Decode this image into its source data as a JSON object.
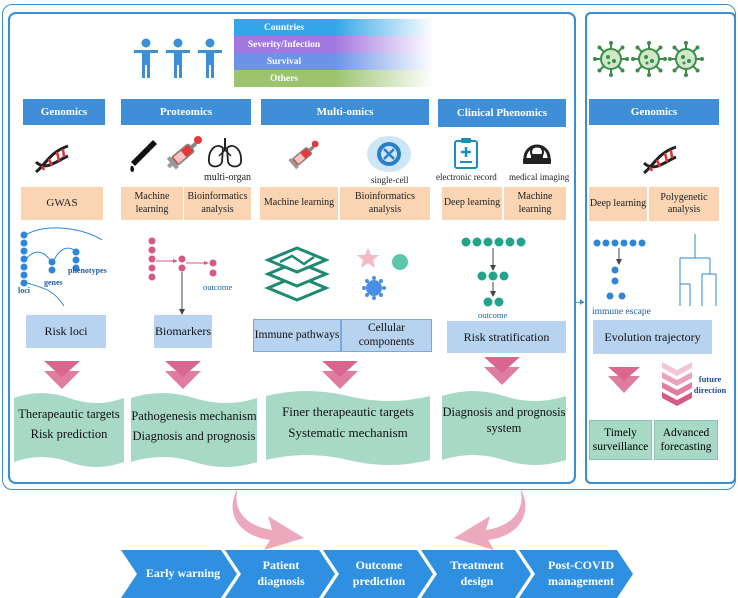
{
  "legend_bands": [
    {
      "label": "Countries",
      "color": "#33a6e8"
    },
    {
      "label": "Severity/Infection",
      "color": "#a277e0"
    },
    {
      "label": "Survival",
      "color": "#6c93e8"
    },
    {
      "label": "Others",
      "color": "#9cc46f"
    }
  ],
  "columns": {
    "genomics": {
      "header": "Genomics",
      "method": "GWAS",
      "fig_labels": {
        "genes": "genes",
        "phenotypes": "phenotypes",
        "loci": "loci"
      },
      "result": "Risk loci",
      "outcomes": [
        "Therapeautic targets",
        "Risk prediction"
      ]
    },
    "proteomics": {
      "header": "Proteomics",
      "icon_label": "multi-organ",
      "methods": [
        "Machine learning",
        "Bioinformatics analysis"
      ],
      "fig_label": "outcome",
      "result": "Biomarkers",
      "outcomes": [
        "Pathogenesis mechanism",
        "Diagnosis and prognosis"
      ]
    },
    "multiomics": {
      "header": "Multi-omics",
      "icon_label": "single-cell",
      "methods": [
        "Machine learning",
        "Bioinformatics analysis"
      ],
      "results": [
        "Immune pathways",
        "Cellular components"
      ],
      "outcomes": [
        "Finer therapeautic targets",
        "Systematic mechanism"
      ]
    },
    "clinical": {
      "header": "Clinical Phenomics",
      "icon_labels": [
        "electronic record",
        "medical imaging"
      ],
      "methods": [
        "Deep learning",
        "Machine learning"
      ],
      "fig_label": "outcome",
      "result": "Risk stratification",
      "outcomes": [
        "Diagnosis and prognosis",
        "system"
      ]
    },
    "viral_genomics": {
      "header": "Genomics",
      "methods": [
        "Deep learning",
        "Polygenetic analysis"
      ],
      "fig_label": "immune escape",
      "result": "Evolution trajectory",
      "future": "future direction",
      "outcomes": [
        "Timely surveillance",
        "Advanced forecasting"
      ]
    }
  },
  "pipeline": [
    "Early warning",
    "Patient diagnosis",
    "Outcome prediction",
    "Treatment design",
    "Post-COVID management"
  ],
  "colors": {
    "panel_border": "#3a8fd4",
    "header_blue": "#3f8fd8",
    "method_tan": "#f9d5b3",
    "result_blue": "#b7d3ef",
    "wave_green": "#a8d9c6",
    "arrow_pink": "#d9668f",
    "chevron_blue": "#2f8fe0",
    "dot_blue": "#2f86d6",
    "dot_pink": "#d45a85",
    "dot_teal": "#22a38a"
  },
  "icons": [
    "people-icon",
    "dna-icon",
    "dropper-icon",
    "syringe-icon",
    "lungs-icon",
    "cell-icon",
    "clipboard-icon",
    "mri-scanner-icon",
    "virus-icon",
    "layers-icon",
    "curved-arrow-icon",
    "chevron-arrow-icon"
  ]
}
